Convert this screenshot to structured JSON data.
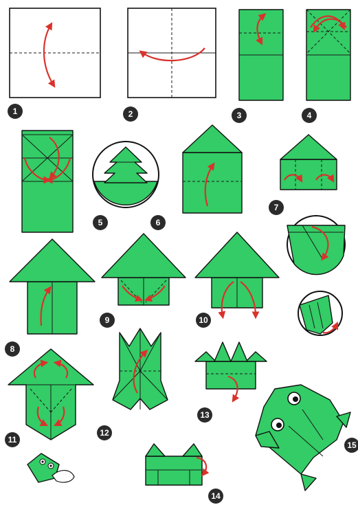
{
  "colors": {
    "paper": "#33cc66",
    "arrow": "#d9322b",
    "badge": "#2b2b2b",
    "outline": "#111111"
  },
  "steps": [
    {
      "n": "1"
    },
    {
      "n": "2"
    },
    {
      "n": "3"
    },
    {
      "n": "4"
    },
    {
      "n": "5"
    },
    {
      "n": "6"
    },
    {
      "n": "7"
    },
    {
      "n": "8"
    },
    {
      "n": "9"
    },
    {
      "n": "10"
    },
    {
      "n": "11"
    },
    {
      "n": "12"
    },
    {
      "n": "13"
    },
    {
      "n": "14"
    },
    {
      "n": "15"
    }
  ]
}
